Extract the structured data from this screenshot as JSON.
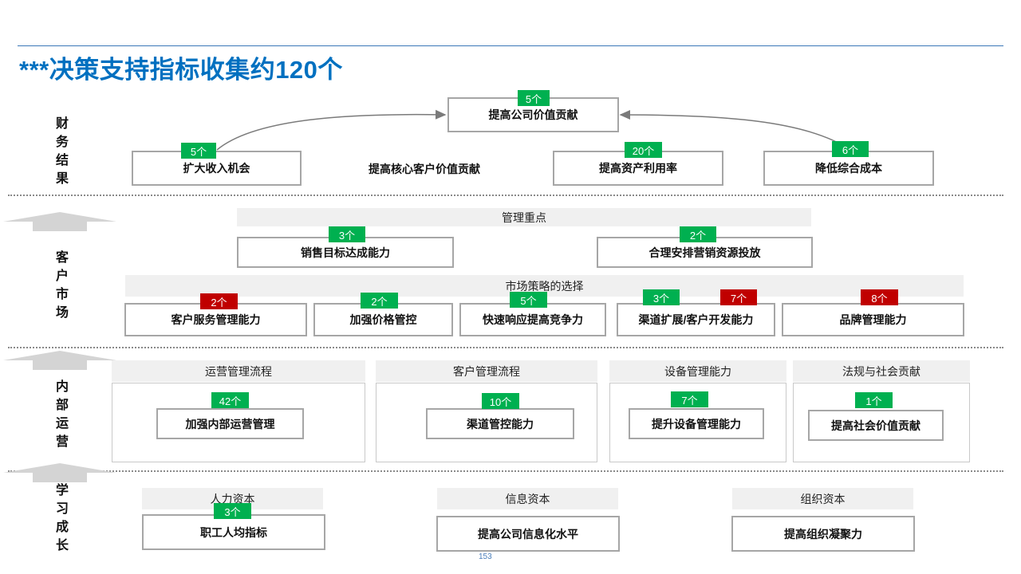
{
  "title": "***决策支持指标收集约120个",
  "page_number": "153",
  "row_labels": {
    "finance": "财务结果",
    "customer": "客户市场",
    "internal": "内部运营",
    "learning": "学习成长"
  },
  "finance": {
    "top": {
      "label": "提高公司价值贡献",
      "count": "5个"
    },
    "items": [
      {
        "label": "扩大收入机会",
        "count": "5个"
      },
      {
        "label": "提高核心客户价值贡献"
      },
      {
        "label": "提高资产利用率",
        "count": "20个"
      },
      {
        "label": "降低综合成本",
        "count": "6个"
      }
    ]
  },
  "customer": {
    "band1": "管理重点",
    "focus": [
      {
        "label": "销售目标达成能力",
        "count": "3个"
      },
      {
        "label": "合理安排营销资源投放",
        "count": "2个"
      }
    ],
    "band2": "市场策略的选择",
    "strategies": [
      {
        "label": "客户服务管理能力",
        "count": "2个",
        "color": "#c00000"
      },
      {
        "label": "加强价格管控",
        "count": "2个",
        "color": "#00b050"
      },
      {
        "label": "快速响应提高竞争力",
        "count": "5个",
        "color": "#00b050"
      },
      {
        "label": "渠道扩展/客户开发能力",
        "count": "3个",
        "count2": "7个",
        "color": "#00b050",
        "color2": "#c00000"
      },
      {
        "label": "品牌管理能力",
        "count": "8个",
        "color": "#c00000"
      }
    ]
  },
  "internal": {
    "groups": [
      {
        "header": "运营管理流程",
        "label": "加强内部运营管理",
        "count": "42个"
      },
      {
        "header": "客户管理流程",
        "label": "渠道管控能力",
        "count": "10个"
      },
      {
        "header": "设备管理能力",
        "label": "提升设备管理能力",
        "count": "7个"
      },
      {
        "header": "法规与社会贡献",
        "label": "提高社会价值贡献",
        "count": "1个"
      }
    ]
  },
  "learning": {
    "groups": [
      {
        "header": "人力资本",
        "label": "职工人均指标",
        "count": "3个"
      },
      {
        "header": "信息资本",
        "label": "提高公司信息化水平"
      },
      {
        "header": "组织资本",
        "label": "提高组织凝聚力"
      }
    ]
  },
  "colors": {
    "title": "#0070c0",
    "green_badge": "#00b050",
    "red_badge": "#c00000",
    "box_border": "#a6a6a6",
    "band": "#f0f0f0"
  }
}
